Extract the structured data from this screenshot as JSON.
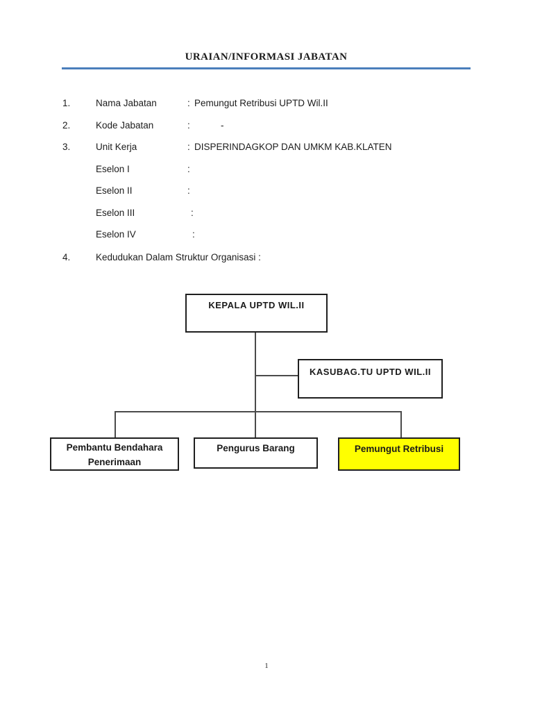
{
  "page": {
    "title": "URAIAN/INFORMASI JABATAN",
    "page_number": "1",
    "accent_color": "#4a7ebb",
    "highlight_color": "#ffff00"
  },
  "list": {
    "items": [
      {
        "num": "1.",
        "label": "Nama Jabatan",
        "sep": ":",
        "value": "Pemungut Retribusi UPTD Wil.II"
      },
      {
        "num": "2.",
        "label": "Kode Jabatan",
        "sep": ":",
        "value": "-"
      },
      {
        "num": "3.",
        "label": "Unit Kerja",
        "sep": ":",
        "value": "DISPERINDAGKOP DAN UMKM KAB.KLATEN"
      },
      {
        "num": "",
        "label": "Eselon I",
        "sep": ":",
        "value": ""
      },
      {
        "num": "",
        "label": "Eselon II",
        "sep": ":",
        "value": ""
      },
      {
        "num": "",
        "label": "Eselon III",
        "sep": ":",
        "value": ""
      },
      {
        "num": "",
        "label": "Eselon IV",
        "sep": ":",
        "value": ""
      },
      {
        "num": "4.",
        "label": "Kedudukan Dalam Struktur Organisasi :",
        "sep": "",
        "value": ""
      }
    ]
  },
  "org_chart": {
    "nodes": [
      {
        "id": "kepala",
        "label": "KEPALA UPTD WIL.II",
        "highlighted": false
      },
      {
        "id": "kasubag",
        "label": "KASUBAG.TU UPTD WIL.II",
        "highlighted": false
      },
      {
        "id": "pembantu",
        "label": "Pembantu Bendahara Penerimaan",
        "highlighted": false
      },
      {
        "id": "pengurus",
        "label": "Pengurus Barang",
        "highlighted": false
      },
      {
        "id": "pemungut",
        "label": "Pemungut Retribusi",
        "highlighted": true
      }
    ]
  }
}
